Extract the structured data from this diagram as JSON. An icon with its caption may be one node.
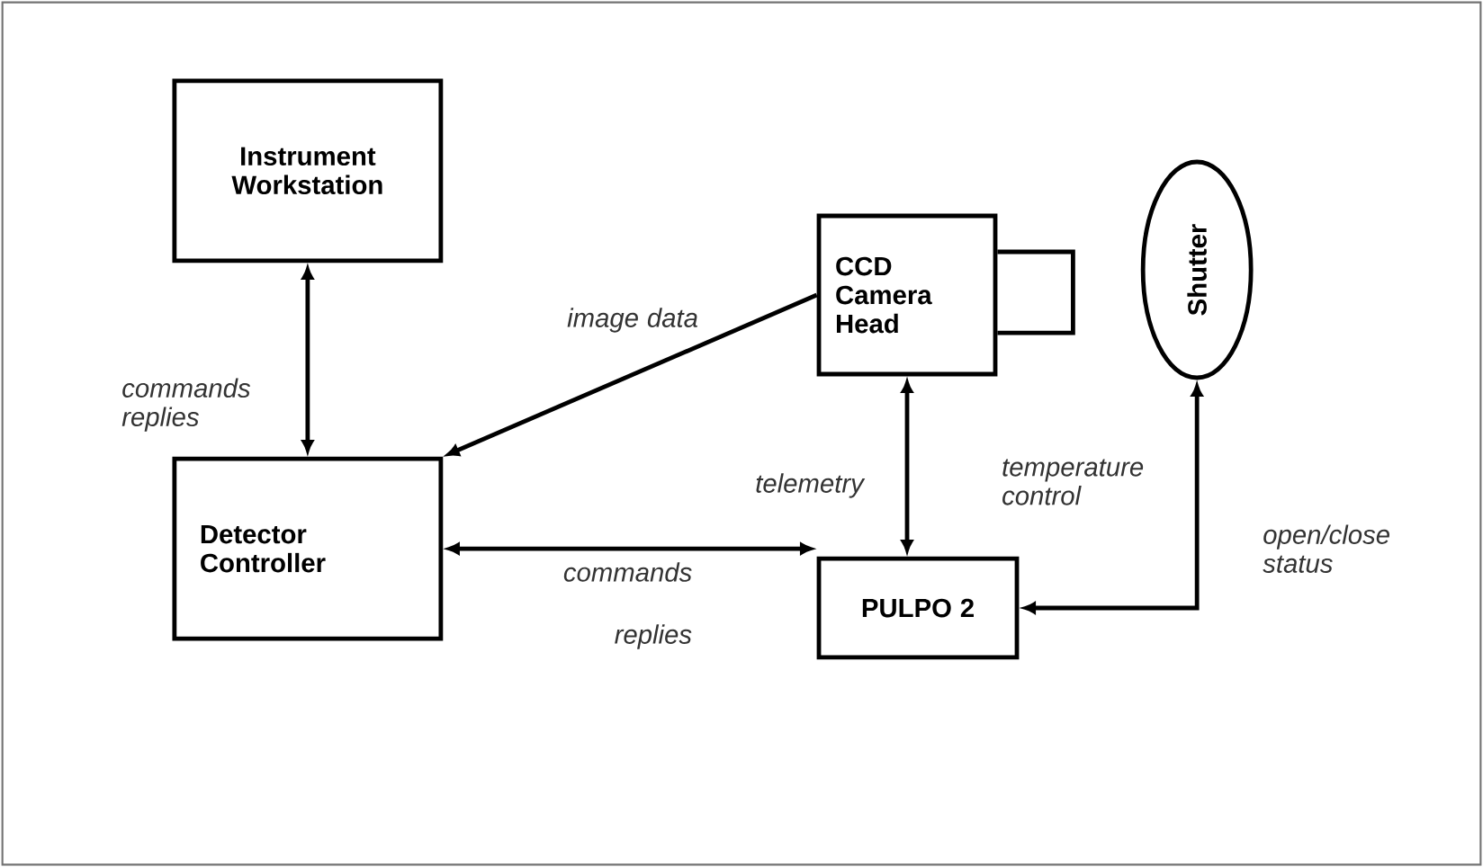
{
  "diagram": {
    "nodes": [
      {
        "text": [
          "Instrument Workstation"
        ]
      },
      {
        "text": [
          "CCD Camera Head"
        ]
      },
      {
        "text": [
          "Shutter"
        ]
      },
      {
        "text": [
          "Detector Controller"
        ]
      },
      {
        "text": [
          "PULPO 2"
        ]
      }
    ],
    "edges": [
      {
        "from": 0,
        "to": 3,
        "arrow": "both",
        "label": "commands replies"
      },
      {
        "from": 1,
        "to": 3,
        "arrow": "to",
        "label": "image data"
      },
      {
        "from": 3,
        "to": 4,
        "arrow": "both",
        "label": "commands"
      },
      {
        "from": 1,
        "to": 4,
        "arrow": "both",
        "label": "temperature control"
      },
      {
        "from": 4,
        "to": 2,
        "arrow": "both",
        "label": "open/close status"
      }
    ],
    "labels": [
      "replies",
      "telemetry"
    ]
  }
}
